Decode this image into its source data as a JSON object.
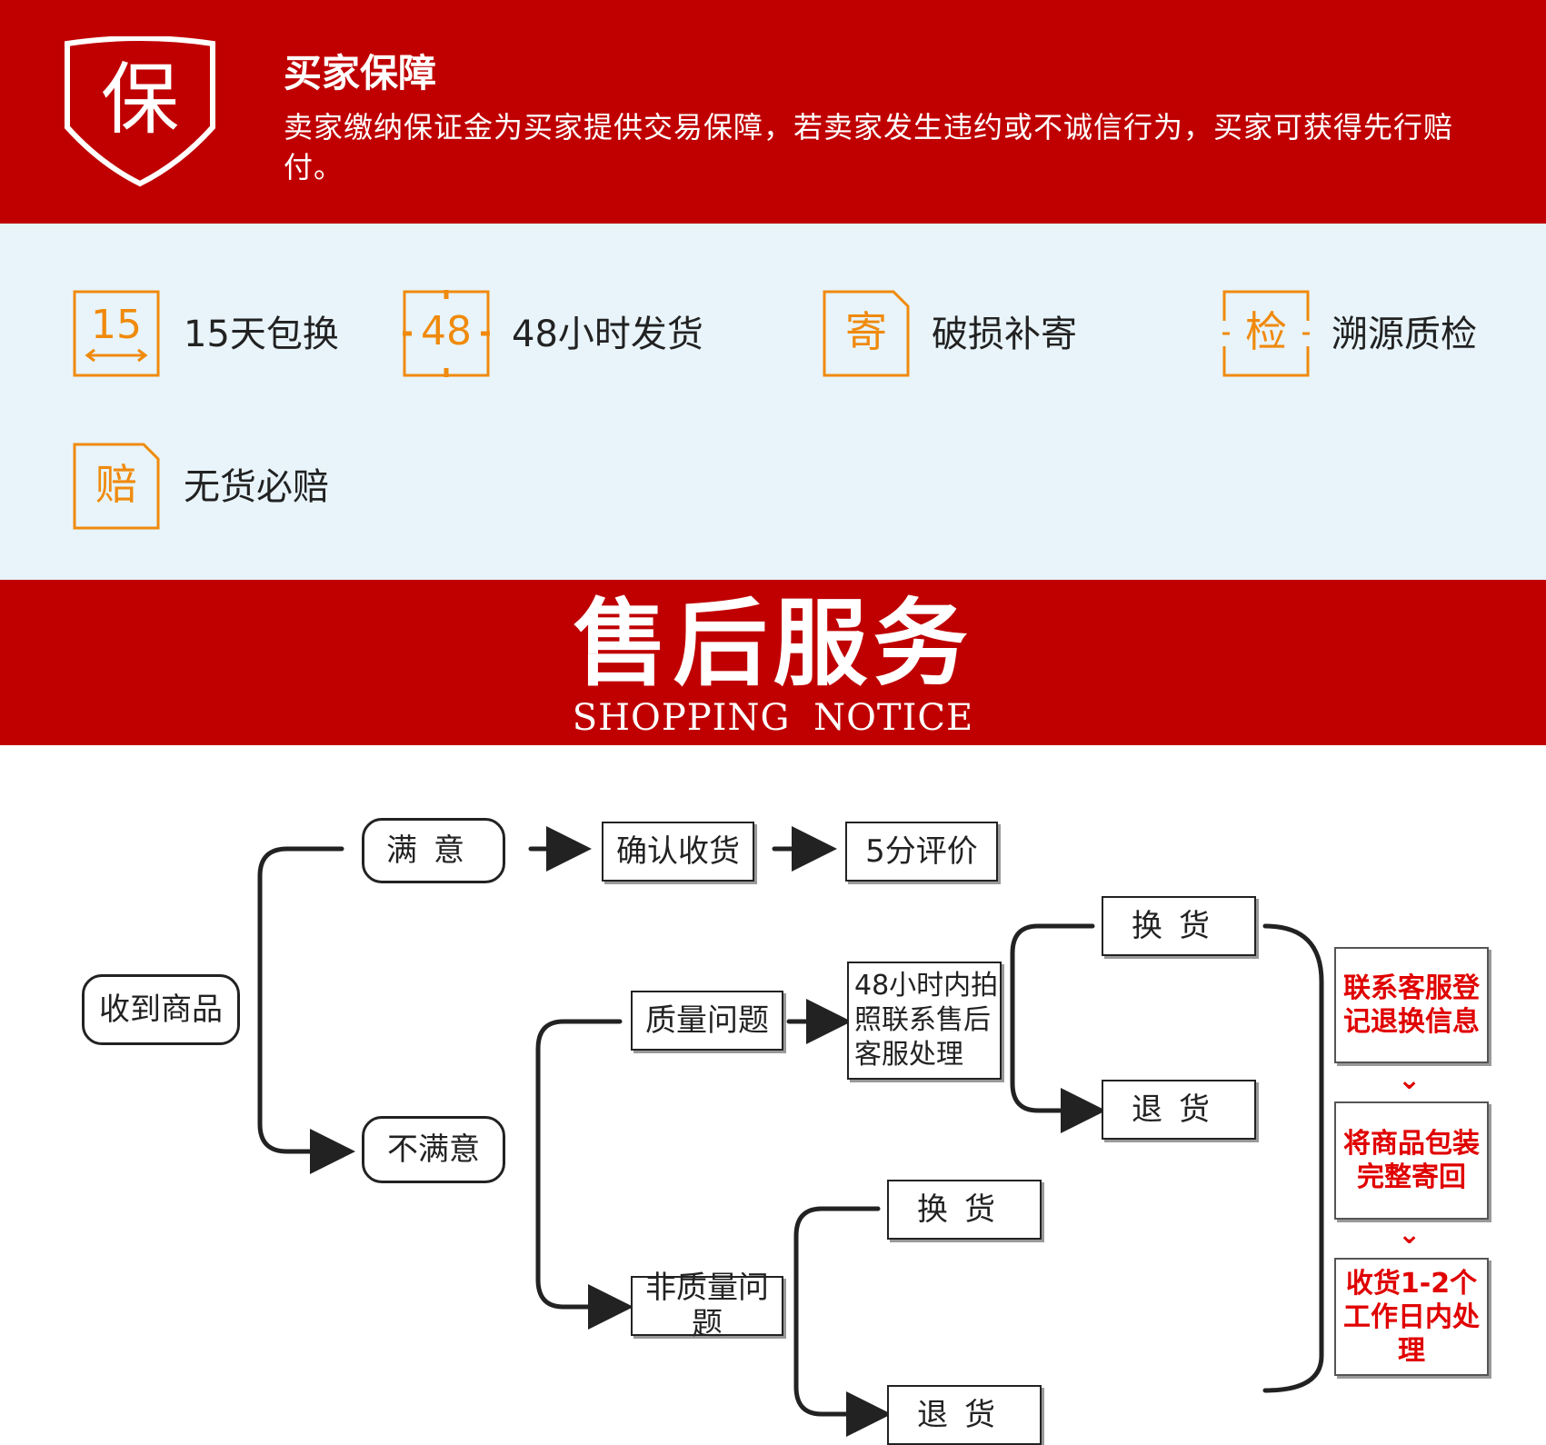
{
  "guarantee": {
    "badge_char": "保",
    "title": "买家保障",
    "description": "卖家缴纳保证金为买家提供交易保障，若卖家发生违约或不诚信行为，买家可获得先行赔付。"
  },
  "features": [
    {
      "icon_text": "15",
      "label": "15天包换",
      "icon": "fifteen-day-icon"
    },
    {
      "icon_text": "48",
      "label": "48小时发货",
      "icon": "forty-eight-hour-icon"
    },
    {
      "icon_text": "寄",
      "label": "破损补寄",
      "icon": "reship-icon"
    },
    {
      "icon_text": "检",
      "label": "溯源质检",
      "icon": "inspect-icon"
    },
    {
      "icon_text": "赔",
      "label": "无货必赔",
      "icon": "compensate-icon"
    }
  ],
  "aftersale": {
    "title": "售后服务",
    "subtitle": "SHOPPING  NOTICE"
  },
  "flow": {
    "receive": "收到商品",
    "satisfied": "满意",
    "confirm": "确认收货",
    "rating": "5分评价",
    "unsatisfied": "不满意",
    "quality_issue": "质量问题",
    "non_quality_issue": "非质量问题",
    "contact_48h": "48小时内拍照联系售后客服处理",
    "exchange_1": "换货",
    "return_1": "退货",
    "exchange_2": "换货",
    "return_2": "退货",
    "step_register": "联系客服登记退换信息",
    "step_pack": "将商品包装完整寄回",
    "step_process": "收货1-2个工作日内处理"
  },
  "colors": {
    "banner_red": "#c00000",
    "feature_bg": "#e8f4fa",
    "icon_orange": "#f08a0c",
    "flow_red_text": "#e00000"
  }
}
